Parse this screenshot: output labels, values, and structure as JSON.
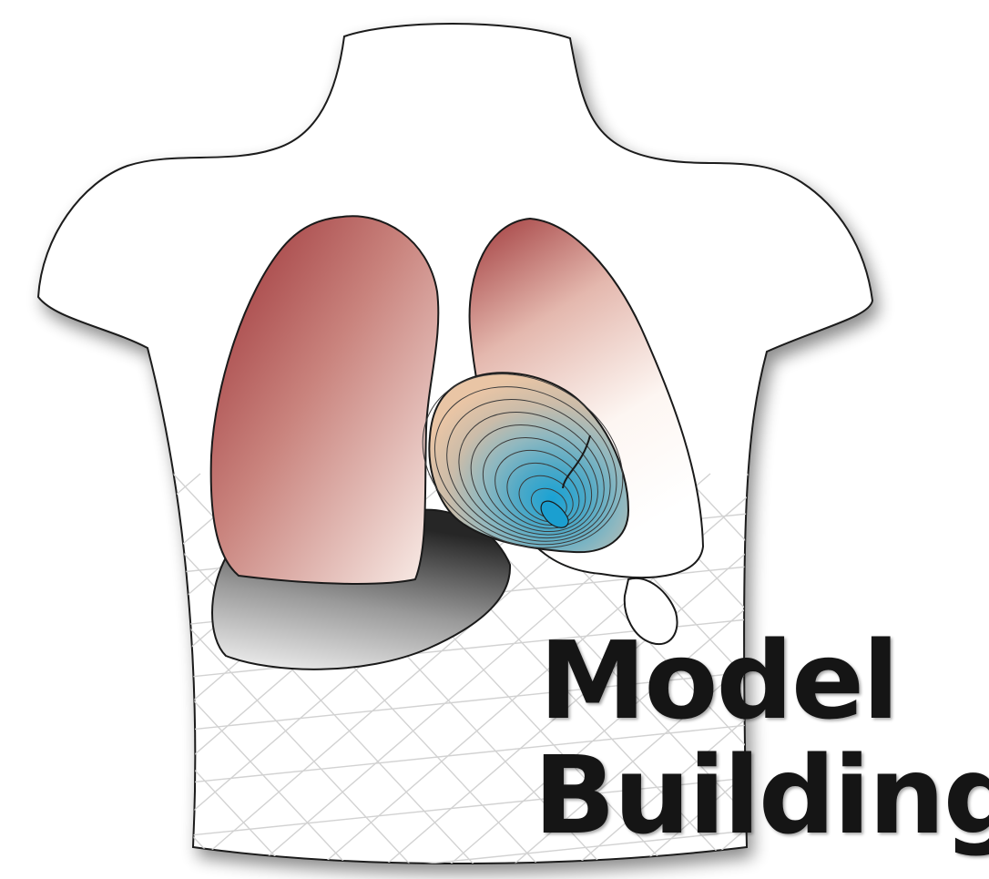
{
  "caption": {
    "line1": "Model",
    "line2": "Building"
  },
  "colors": {
    "outline": "#1a1a1a",
    "lung_shade": "#9c3438",
    "heart_outer": "#e4c2a3",
    "potential_core": "#1b9fd0",
    "liver_shade": "#3a3a3a",
    "mesh": "#cfcfcf"
  },
  "icons": [
    "torso-outline",
    "right-lung",
    "left-lung",
    "heart-potential-map",
    "liver",
    "stomach",
    "surface-mesh"
  ]
}
